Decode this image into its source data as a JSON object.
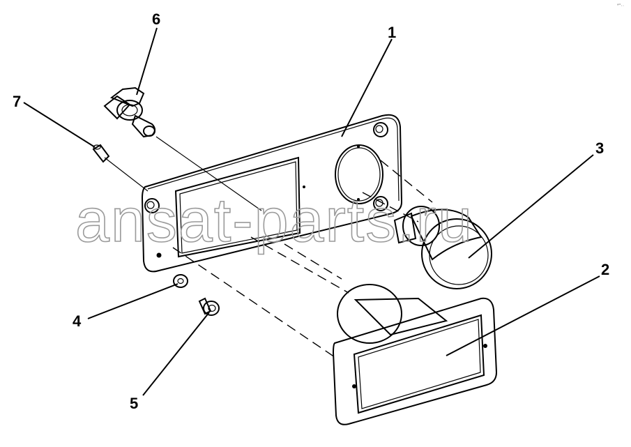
{
  "callouts": {
    "c1": "1",
    "c2": "2",
    "c3": "3",
    "c4": "4",
    "c5": "5",
    "c6": "6",
    "c7": "7"
  },
  "watermark": "ansat-parts.ru",
  "corner_mark": "*°··",
  "parts": [
    "mounting-plate",
    "rectangular-headlamp",
    "round-lamp",
    "washer",
    "screw",
    "bulb",
    "bulb-connector"
  ],
  "colors": {
    "line": "#000000",
    "watermark": "#9a9a9a",
    "background": "#ffffff"
  }
}
